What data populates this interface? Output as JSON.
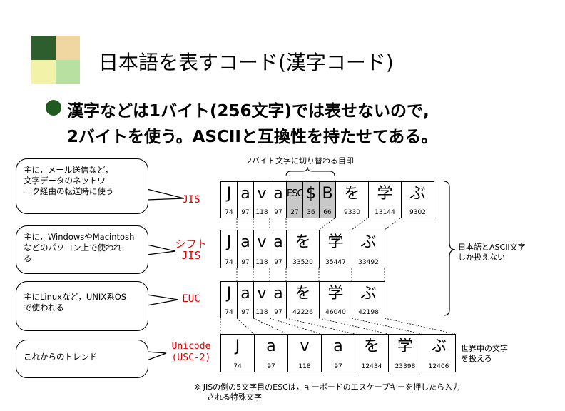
{
  "logo_colors": [
    "#2e5e2e",
    "#f0d6a0",
    "#f2f3a8",
    "#b8e0a0"
  ],
  "title": "日本語を表すコード(漢字コード)",
  "bullet_lines": [
    "漢字などは1バイト(256文字)では表せないので,",
    "2バイトを使う。ASCIIと互換性を持たせてある。"
  ],
  "switch_label": "2バイト文字に切り替わる目印",
  "bubbles": [
    {
      "lines": [
        "主に，メール送信など，",
        "文字データのネットワ",
        "ーク経由の転送時に使う"
      ]
    },
    {
      "lines": [
        "主に，WindowsやMacintosh",
        "などのパソコン上で使われ",
        "る"
      ]
    },
    {
      "lines": [
        "主にLinuxなど，UNIX系OS",
        "で使われる"
      ]
    },
    {
      "lines": [
        "これからのトレンド"
      ]
    }
  ],
  "encodings": [
    {
      "label": [
        "JIS"
      ]
    },
    {
      "label": [
        "シフト",
        "JIS"
      ]
    },
    {
      "label": [
        "EUC"
      ]
    },
    {
      "label": [
        "Unicode",
        "(USC-2)"
      ]
    }
  ],
  "jis_row": [
    {
      "ch": "J",
      "code": "74"
    },
    {
      "ch": "a",
      "code": "97"
    },
    {
      "ch": "v",
      "code": "118"
    },
    {
      "ch": "a",
      "code": "97"
    },
    {
      "ch": "ESC",
      "code": "27",
      "gray": true
    },
    {
      "ch": "$",
      "code": "36",
      "gray": true
    },
    {
      "ch": "B",
      "code": "66",
      "gray": true
    },
    {
      "ch": "を",
      "code": "9330"
    },
    {
      "ch": "学",
      "code": "13144"
    },
    {
      "ch": "ぶ",
      "code": "9302"
    }
  ],
  "sjis_row": [
    {
      "ch": "J",
      "code": "74"
    },
    {
      "ch": "a",
      "code": "97"
    },
    {
      "ch": "v",
      "code": "118"
    },
    {
      "ch": "a",
      "code": "97"
    },
    {
      "ch": "を",
      "code": "33520"
    },
    {
      "ch": "学",
      "code": "35447"
    },
    {
      "ch": "ぶ",
      "code": "33492"
    }
  ],
  "euc_row": [
    {
      "ch": "J",
      "code": "74"
    },
    {
      "ch": "a",
      "code": "97"
    },
    {
      "ch": "v",
      "code": "118"
    },
    {
      "ch": "a",
      "code": "97"
    },
    {
      "ch": "を",
      "code": "42226"
    },
    {
      "ch": "学",
      "code": "46040"
    },
    {
      "ch": "ぶ",
      "code": "42198"
    }
  ],
  "unicode_row": [
    {
      "ch": "J",
      "code": "74"
    },
    {
      "ch": "a",
      "code": "97"
    },
    {
      "ch": "v",
      "code": "118"
    },
    {
      "ch": "a",
      "code": "97"
    },
    {
      "ch": "を",
      "code": "12434"
    },
    {
      "ch": "学",
      "code": "23398"
    },
    {
      "ch": "ぶ",
      "code": "12406"
    }
  ],
  "brace_note": [
    "日本語とASCII文字",
    "しか扱えない"
  ],
  "unicode_note": [
    "世界中の文字",
    "を扱える"
  ],
  "footnote": [
    "※ JISの例の5文字目のESCは，キーボードのエスケープキーを押したら入力",
    "される特殊文字"
  ]
}
